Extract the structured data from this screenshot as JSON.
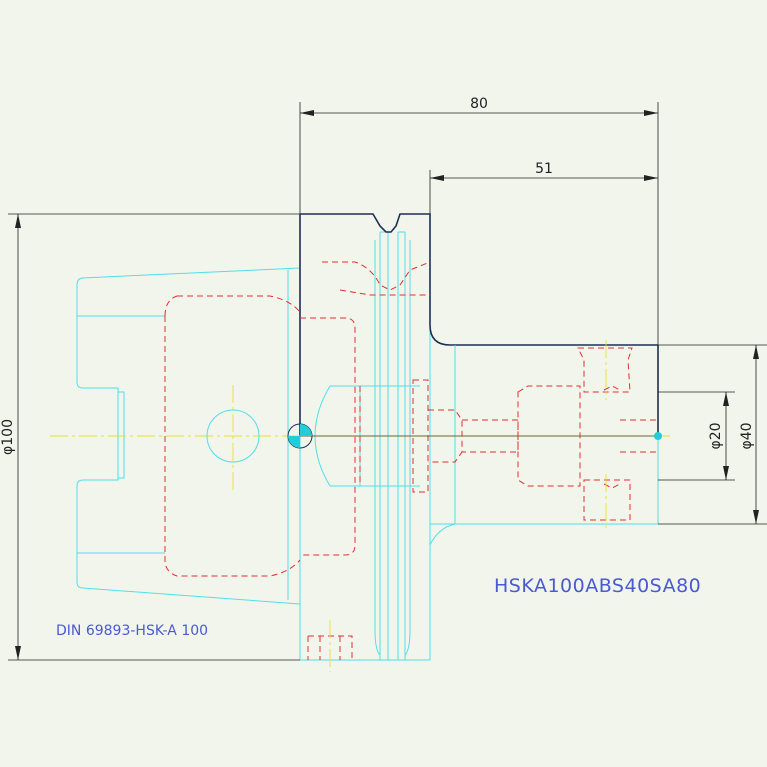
{
  "drawing": {
    "part_number": "HSKA100ABS40SA80",
    "standard": "DIN 69893-HSK-A 100",
    "dimensions": {
      "overall_length": "80",
      "shank_length": "51",
      "flange_diameter": "φ100",
      "bore_diameter": "φ20",
      "shank_diameter": "φ40"
    },
    "colors": {
      "background": "#f2f5ec",
      "outline": "#4fe0ea",
      "hidden": "#e03030",
      "centerline": "#e8e030",
      "dimension": "#222222",
      "visible_edge": "#1c2f55",
      "text_blue": "#4a5ad0"
    }
  }
}
